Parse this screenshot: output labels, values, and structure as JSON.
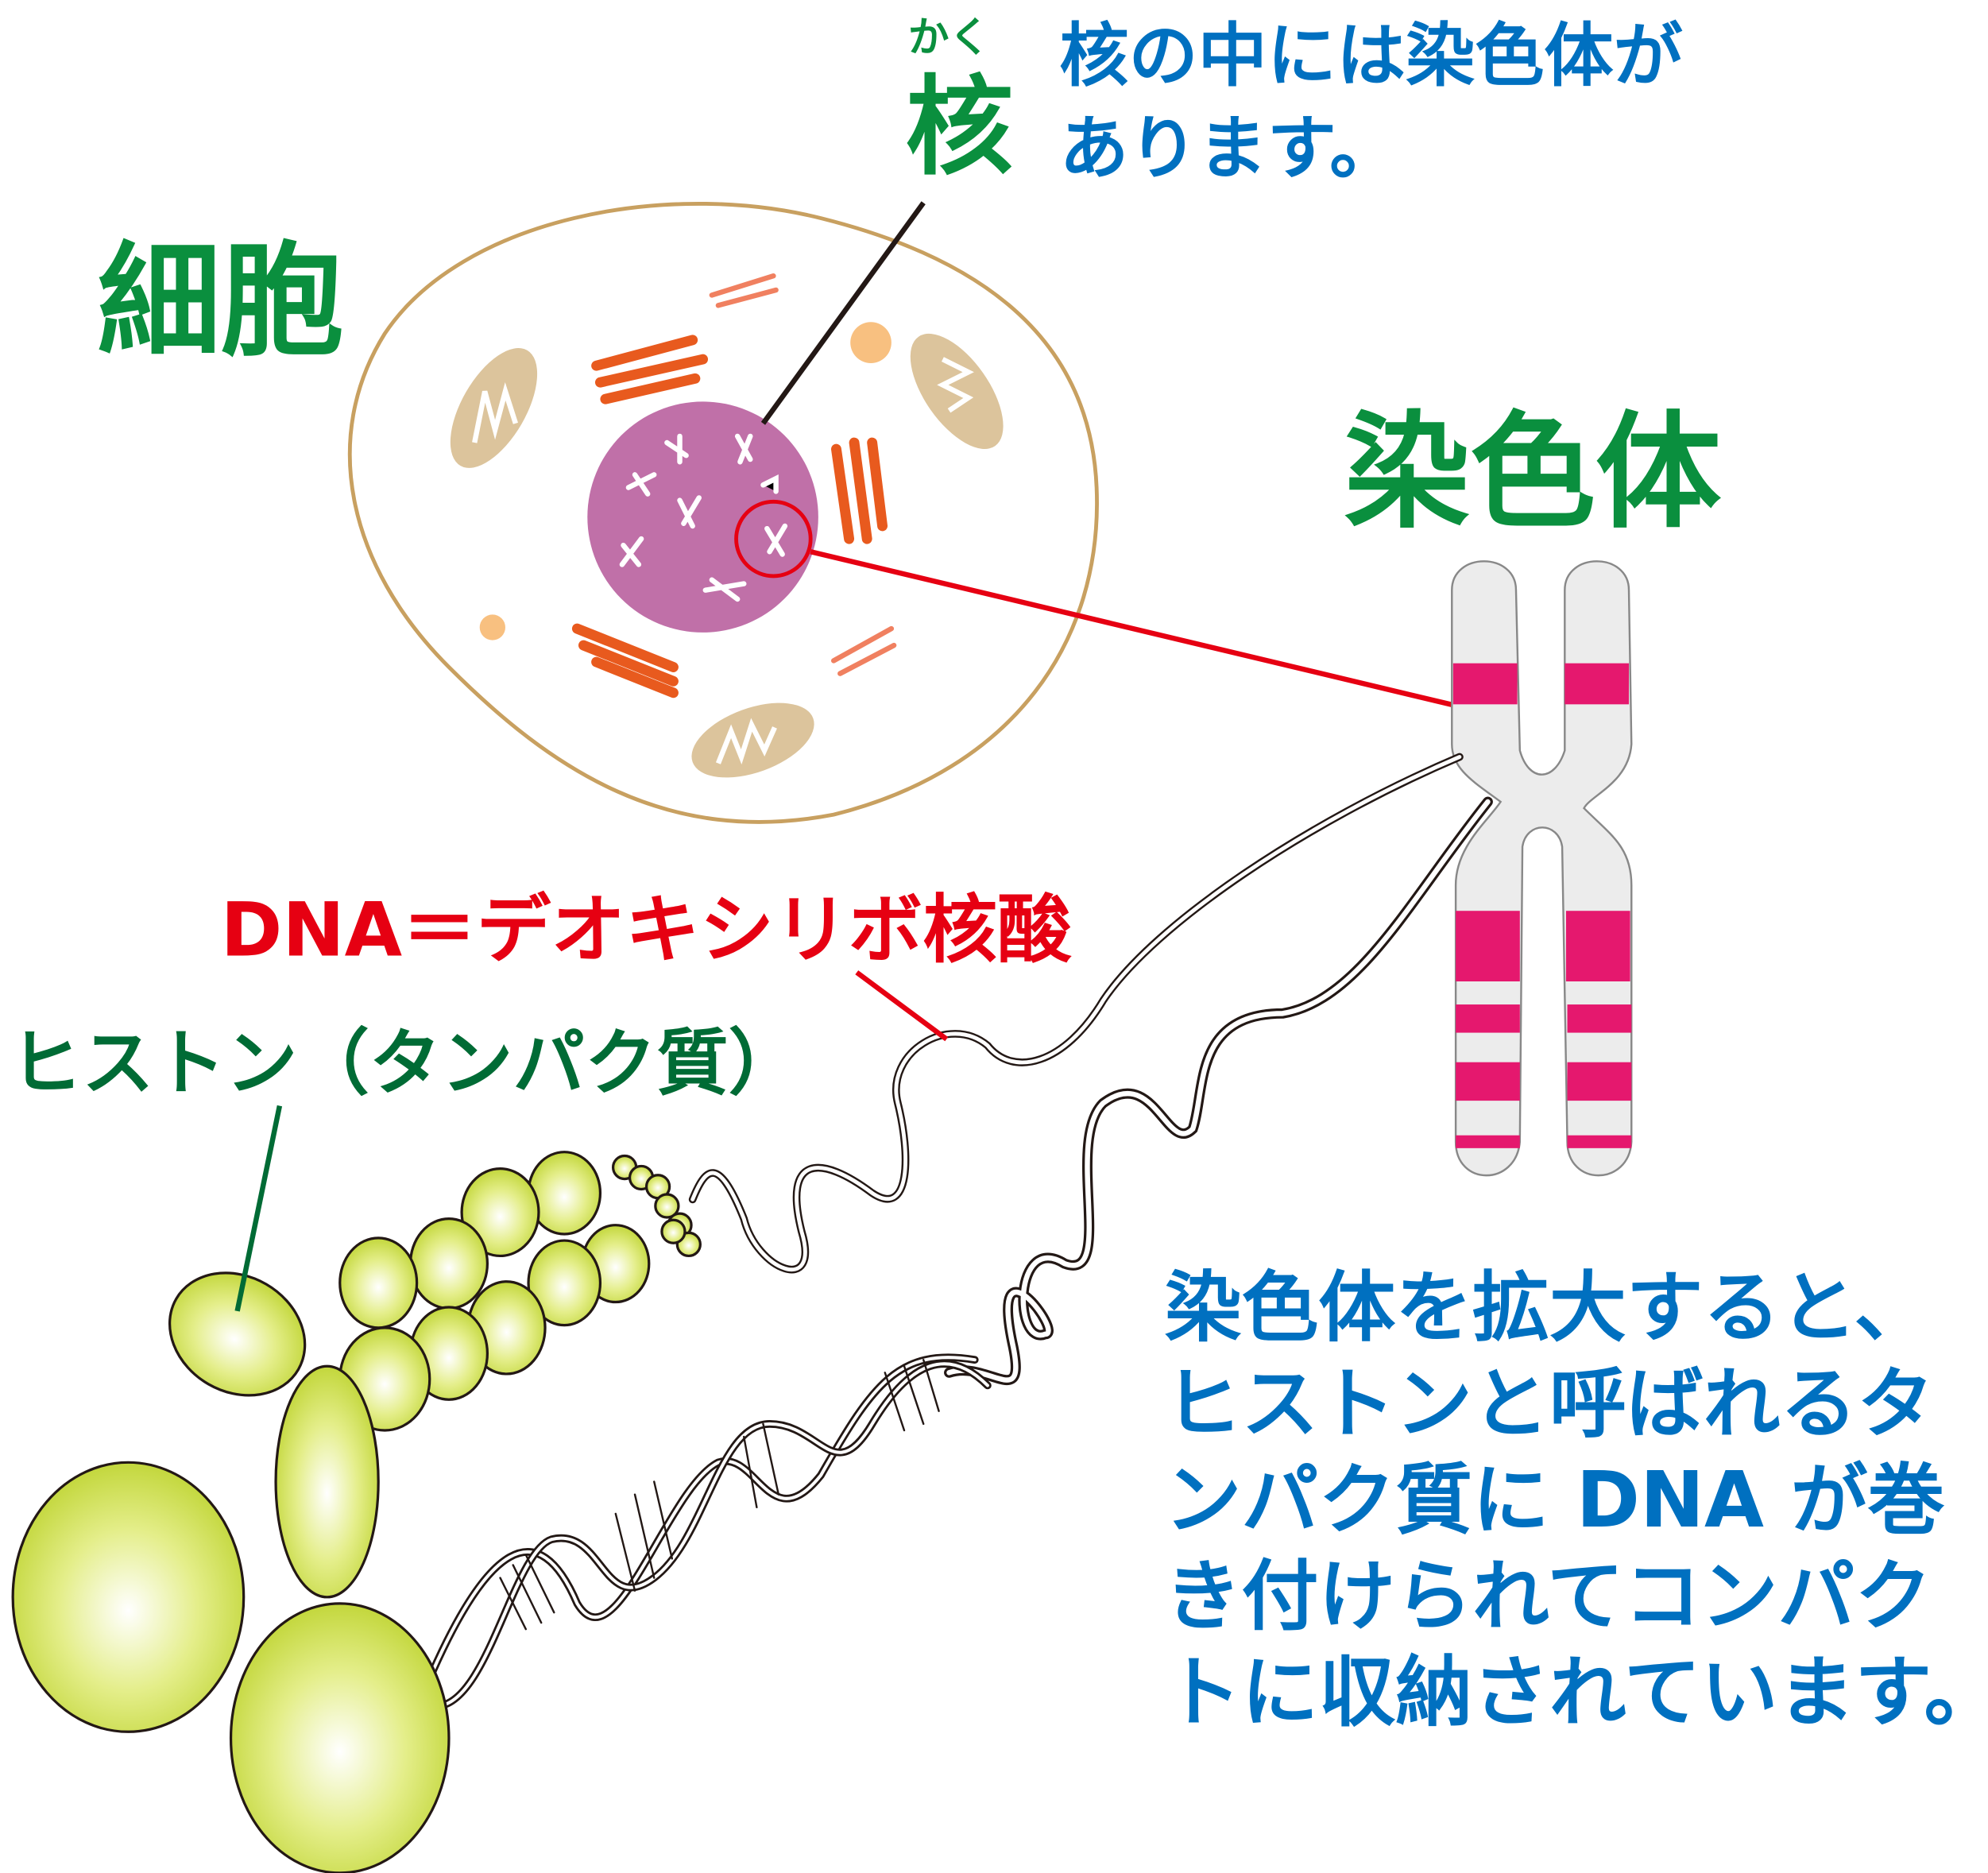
{
  "labels": {
    "cell": "細胞",
    "nucleus_ruby": "かく",
    "nucleus": "核",
    "nucleus_note": [
      "核の中には染色体が",
      "あります。"
    ],
    "chromosome": "染色体",
    "dna": "DNA＝デオキシリボ核酸",
    "histone": "ヒストン（タンパク質）",
    "explanation": [
      "染色体を拡大すると、",
      "ヒストンと呼ばれるタ",
      "ンパク質に DNA が巻",
      "き付けられてコンパク",
      "トに収納されています。"
    ]
  },
  "colors": {
    "green": "#0a8f3e",
    "dark_green": "#006b35",
    "blue": "#0070c0",
    "red": "#e60012",
    "nucleus_fill": "#c070a8",
    "cell_outline": "#c8a060",
    "mito": "#dcc49c",
    "golgi": "#e85a1e",
    "band": "#e5186e",
    "histone": "#c8dc3c"
  }
}
